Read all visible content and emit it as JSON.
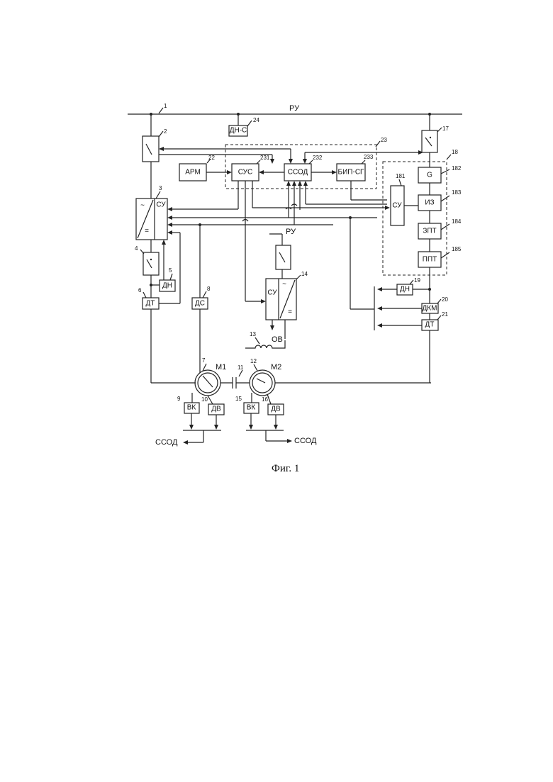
{
  "bus": {
    "label": "РУ",
    "label2": "РУ"
  },
  "blocks": {
    "arm": "АРМ",
    "sus": "СУС",
    "ssod": "ССОД",
    "bip_sg": "БИП-СГ",
    "dn_s": "ДН-С",
    "conv3_su": "СУ",
    "su181": "СУ",
    "iz": "ИЗ",
    "zpt": "ЗПТ",
    "ppt": "ППТ",
    "dn5": "ДН",
    "dt6": "ДТ",
    "ds8": "ДС",
    "conv14_su": "СУ",
    "dn19": "ДН",
    "dkm20": "ДКМ",
    "dt21": "ДТ",
    "vk9": "ВК",
    "dv10": "ДВ",
    "vk15": "ВК",
    "dv16": "ДВ"
  },
  "symbols": {
    "ac": "~",
    "dc": "=",
    "ac2": "~",
    "dc2": "=",
    "gen": "G"
  },
  "labels": {
    "ov": "ОВ",
    "m1": "М1",
    "m2": "М2",
    "ssod_left": "ССОД",
    "ssod_right": "ССОД"
  },
  "numbers": {
    "n1": "1",
    "n2": "2",
    "n3": "3",
    "n4": "4",
    "n5": "5",
    "n6": "6",
    "n7": "7",
    "n8": "8",
    "n9": "9",
    "n10": "10",
    "n11": "11",
    "n12": "12",
    "n13": "13",
    "n14": "14",
    "n15": "15",
    "n16": "16",
    "n17": "17",
    "n18": "18",
    "n19": "19",
    "n20": "20",
    "n21": "21",
    "n22": "22",
    "n23": "23",
    "n24": "24",
    "n181": "181",
    "n182": "182",
    "n183": "183",
    "n184": "184",
    "n185": "185",
    "n231": "231",
    "n232": "232",
    "n233": "233"
  },
  "caption": "Фиг. 1"
}
